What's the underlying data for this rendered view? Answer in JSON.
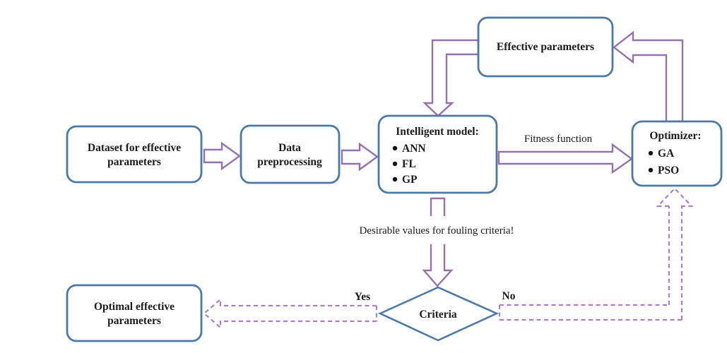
{
  "colors": {
    "box_border": "#4b79a8",
    "arrow_solid": "#9571ad",
    "arrow_dashed": "#a87fd0",
    "text_color": "#1b1b1b"
  },
  "nodes": {
    "dataset": {
      "line1": "Dataset for effective",
      "line2": "parameters"
    },
    "preprocessing": {
      "line1": "Data",
      "line2": "preprocessing"
    },
    "intelligent": {
      "title": "Intelligent model:",
      "items": [
        "ANN",
        "FL",
        "GP"
      ]
    },
    "optimizer": {
      "title": "Optimizer:",
      "items": [
        "GA",
        "PSO"
      ]
    },
    "effective": {
      "label": "Effective parameters"
    },
    "optimal": {
      "line1": "Optimal effective",
      "line2": "parameters"
    },
    "criteria": {
      "label": "Criteria"
    }
  },
  "labels": {
    "fitness": "Fitness function",
    "desirable": "Desirable values for fouling criteria!",
    "yes": "Yes",
    "no": "No"
  }
}
